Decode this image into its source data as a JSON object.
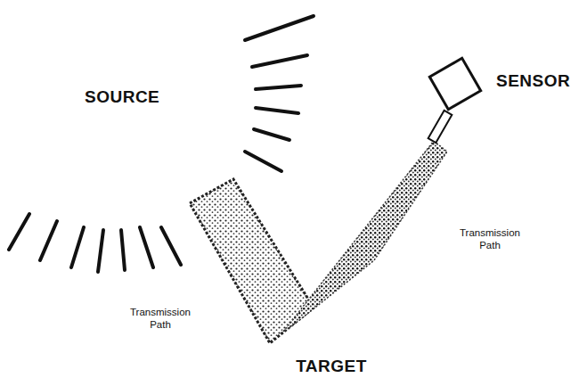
{
  "diagram": {
    "labels": [
      "SOURCE",
      "SENSOR",
      "Transmission Path",
      "Transmission Path",
      "TARGET"
    ]
  }
}
